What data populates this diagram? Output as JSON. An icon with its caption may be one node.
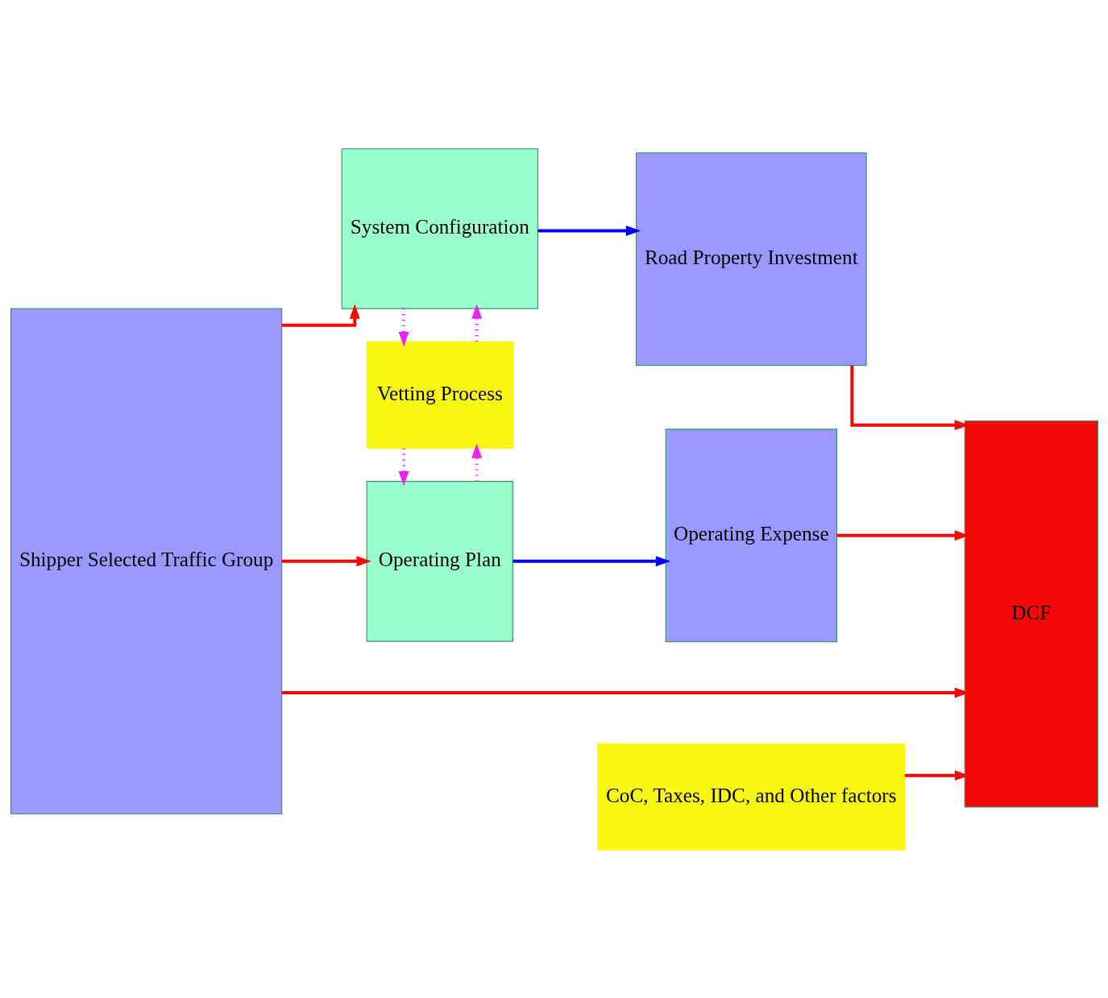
{
  "diagram": {
    "nodes": [
      {
        "text": [
          "Shipper Selected Traffic Group"
        ]
      },
      {
        "text": [
          "System Configuration"
        ]
      },
      {
        "text": [
          "Vetting Process"
        ]
      },
      {
        "text": [
          "Operating Plan"
        ]
      },
      {
        "text": [
          "Road Property Investment"
        ]
      },
      {
        "text": [
          "Operating Expense"
        ]
      },
      {
        "text": [
          "CoC, Taxes, IDC, and Other factors"
        ]
      },
      {
        "text": [
          "DCF"
        ]
      }
    ],
    "edges": [
      {
        "from": 0,
        "to": 1,
        "arrow": "to"
      },
      {
        "from": 0,
        "to": 3,
        "arrow": "to"
      },
      {
        "from": 0,
        "to": 7,
        "arrow": "to"
      },
      {
        "from": 1,
        "to": 4,
        "arrow": "to",
        "color": "#0000ff"
      },
      {
        "from": 1,
        "to": 2,
        "arrow": "to",
        "style": "dashed",
        "color": "#ee22ee"
      },
      {
        "from": 2,
        "to": 1,
        "arrow": "to",
        "style": "dashed",
        "color": "#ee22ee"
      },
      {
        "from": 2,
        "to": 3,
        "arrow": "to",
        "style": "dashed",
        "color": "#ee22ee"
      },
      {
        "from": 3,
        "to": 2,
        "arrow": "to",
        "style": "dashed",
        "color": "#ee22ee"
      },
      {
        "from": 3,
        "to": 5,
        "arrow": "to",
        "color": "#0000ff"
      },
      {
        "from": 4,
        "to": 7,
        "arrow": "to"
      },
      {
        "from": 5,
        "to": 7,
        "arrow": "to"
      },
      {
        "from": 6,
        "to": 7,
        "arrow": "to"
      }
    ]
  }
}
